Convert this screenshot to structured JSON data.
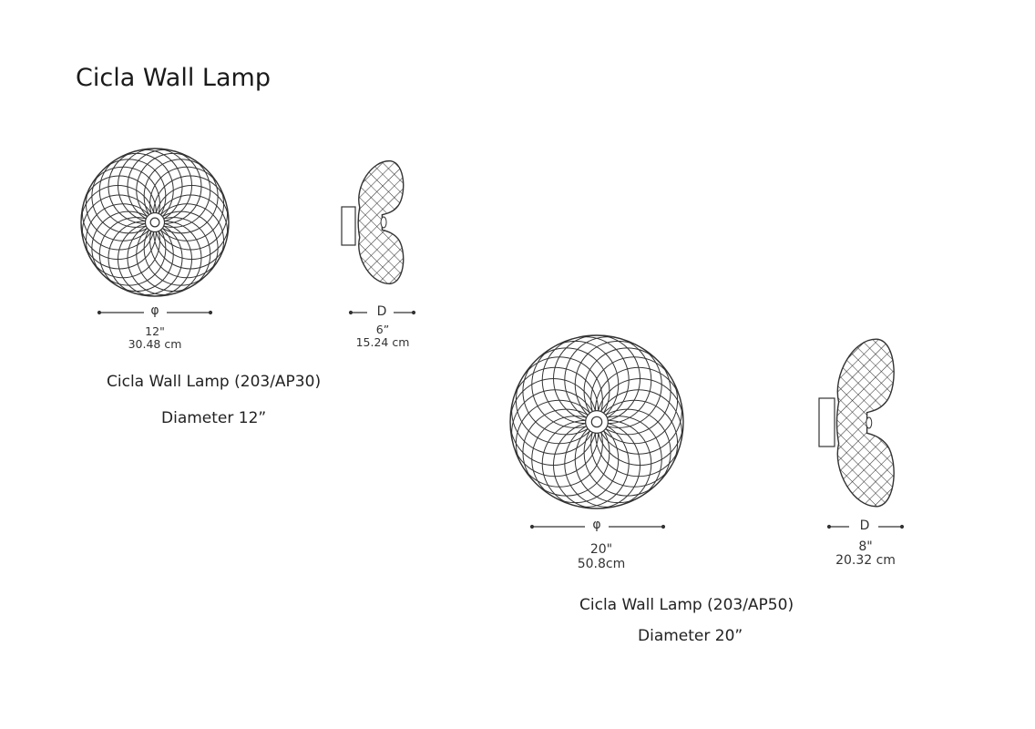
{
  "title": "Cicla Wall Lamp",
  "colors": {
    "line": "#333333",
    "text": "#222222"
  },
  "lamps": [
    {
      "model_label": "Cicla Wall Lamp (203/AP30)",
      "diameter_label": "Diameter 12”",
      "diameter_symbol": "φ",
      "diameter_in": "12\"",
      "diameter_cm": "30.48 cm",
      "depth_symbol": "D",
      "depth_in": "6”",
      "depth_cm": "15.24 cm"
    },
    {
      "model_label": "Cicla Wall Lamp (203/AP50)",
      "diameter_label": "Diameter 20”",
      "diameter_symbol": "φ",
      "diameter_in": "20\"",
      "diameter_cm": "50.8cm",
      "depth_symbol": "D",
      "depth_in": "8\"",
      "depth_cm": "20.32 cm"
    }
  ]
}
